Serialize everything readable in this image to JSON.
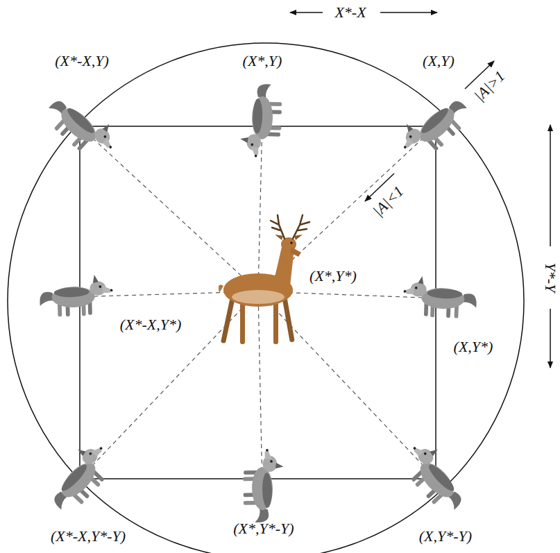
{
  "diagram": {
    "labels": [
      "X*-X",
      "(X*-X,Y)",
      "(X*,Y)",
      "(X,Y)",
      "|A|>1",
      "Y*-Y",
      "|A|<1",
      "(X*,Y*)",
      "(X*-X,Y*)",
      "(X,Y*)",
      "(X*-X,Y*-Y)",
      "(X*,Y*-Y)",
      "(X,Y*-Y)"
    ]
  }
}
